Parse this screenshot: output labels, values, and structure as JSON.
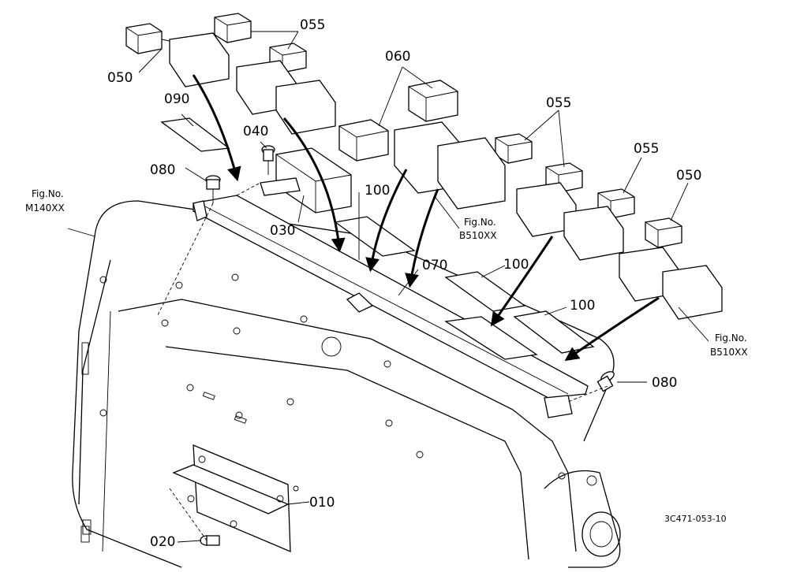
{
  "callouts": {
    "c010": "010",
    "c020": "020",
    "c030": "030",
    "c040": "040",
    "c050_left": "050",
    "c050_right": "050",
    "c055_top": "055",
    "c055_mid": "055",
    "c055_right": "055",
    "c060": "060",
    "c070": "070",
    "c080_left": "080",
    "c080_right": "080",
    "c090": "090",
    "c100_a": "100",
    "c100_b": "100",
    "c100_c": "100"
  },
  "figure_refs": {
    "m140_label": "Fig.No.",
    "m140_code": "M140XX",
    "b510_mid_label": "Fig.No.",
    "b510_mid_code": "B510XX",
    "b510_right_label": "Fig.No.",
    "b510_right_code": "B510XX"
  },
  "drawing_code": "3C471-053-10"
}
